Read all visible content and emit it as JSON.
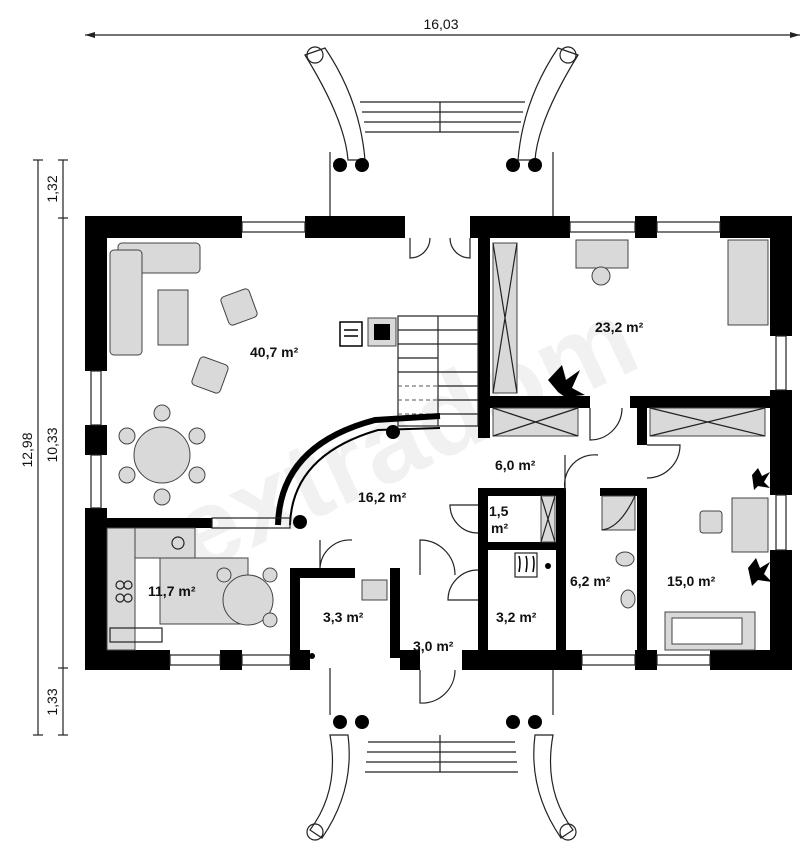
{
  "dimensions": {
    "total_width": "16,03",
    "total_depth": "12,98",
    "inner_depth": "10,33",
    "top_terrace": "1,32",
    "bottom_terrace": "1,33"
  },
  "rooms": {
    "living": "40,7 m²",
    "bedroom_top": "23,2 m²",
    "corridor": "6,0 m²",
    "hall": "16,2 m²",
    "wc_small_top": "1,5",
    "wc_small_bottom": "m²",
    "kitchen": "11,7 m²",
    "pantry": "3,3 m²",
    "vestibule": "3,0 m²",
    "boiler": "3,2 m²",
    "bathroom": "6,2 m²",
    "bedroom_right": "15,0 m²"
  },
  "watermark": "extradom",
  "colors": {
    "wall": "#000000",
    "fixture": "#d9d9d9",
    "background": "#ffffff"
  }
}
